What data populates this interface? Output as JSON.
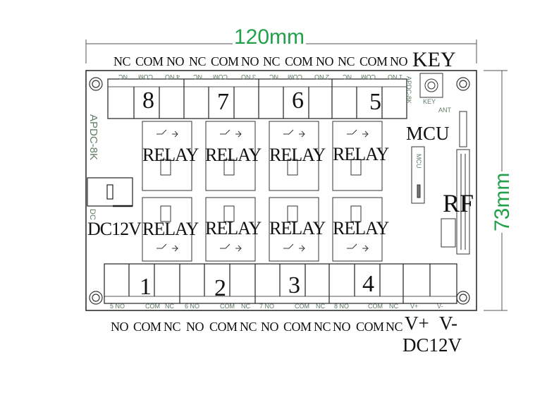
{
  "dimensions": {
    "width": "120mm",
    "height": "73mm"
  },
  "top_terminal_labels": [
    "NC",
    "COM",
    "NO",
    "NC",
    "COM",
    "NO",
    "NC",
    "COM",
    "NO",
    "NC",
    "COM",
    "NO"
  ],
  "key_label": "KEY",
  "bottom_terminal_labels": [
    "NO",
    "COM",
    "NC",
    "NO",
    "COM",
    "NC",
    "NO",
    "COM",
    "NC",
    "NO",
    "COM",
    "NC"
  ],
  "power_labels": {
    "vplus": "V+",
    "vminus": "V-",
    "supply": "DC12V"
  },
  "top_channel_numbers": [
    "8",
    "7",
    "6",
    "5"
  ],
  "bottom_channel_numbers": [
    "1",
    "2",
    "3",
    "4"
  ],
  "relay_label": "RELAY",
  "mcu_label": "MCU",
  "rf_label": "RF",
  "dc_jack_label": "DC12V",
  "board_model": "APDC-8K",
  "silkscreen": {
    "ant": "ANT",
    "key": "KEY",
    "mcu": "MCU",
    "dc": "DC",
    "top_row": [
      "NC",
      "COM",
      "4 NO",
      "NC",
      "COM",
      "3 NO",
      "NC",
      "COM",
      "2 NO",
      "NC",
      "COM",
      "1 NO",
      "APDC-8K"
    ],
    "bottom_row": [
      "5 NO",
      "COM",
      "NC",
      "6 NO",
      "COM",
      "NC",
      "7 NO",
      "COM",
      "NC",
      "8 NO",
      "COM",
      "NC",
      "V+",
      "V-"
    ]
  },
  "colors": {
    "dimension": "#22a04a",
    "board_outline": "#222222",
    "silkscreen": "#5f7a66"
  }
}
